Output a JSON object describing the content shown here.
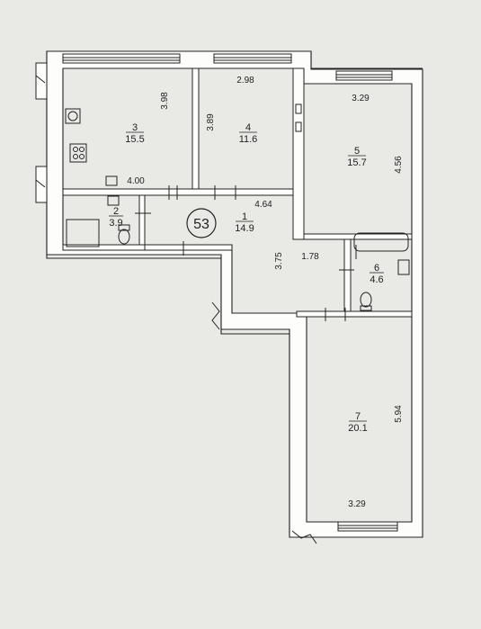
{
  "apartment_number": "53",
  "rooms": [
    {
      "number": "1",
      "area": "14.9"
    },
    {
      "number": "2",
      "area": "3.9"
    },
    {
      "number": "3",
      "area": "15.5"
    },
    {
      "number": "4",
      "area": "11.6"
    },
    {
      "number": "5",
      "area": "15.7"
    },
    {
      "number": "6",
      "area": "4.6"
    },
    {
      "number": "7",
      "area": "20.1"
    }
  ],
  "dimensions": {
    "room3_height": "3.98",
    "room3_width": "4.00",
    "room4_top": "2.98",
    "room4_height": "3.89",
    "room5_top": "3.29",
    "room5_height": "4.56",
    "hall_width": "4.64",
    "hall_height": "3.75",
    "bath_width": "1.78",
    "room7_height": "5.94",
    "room7_bottom": "3.29"
  }
}
